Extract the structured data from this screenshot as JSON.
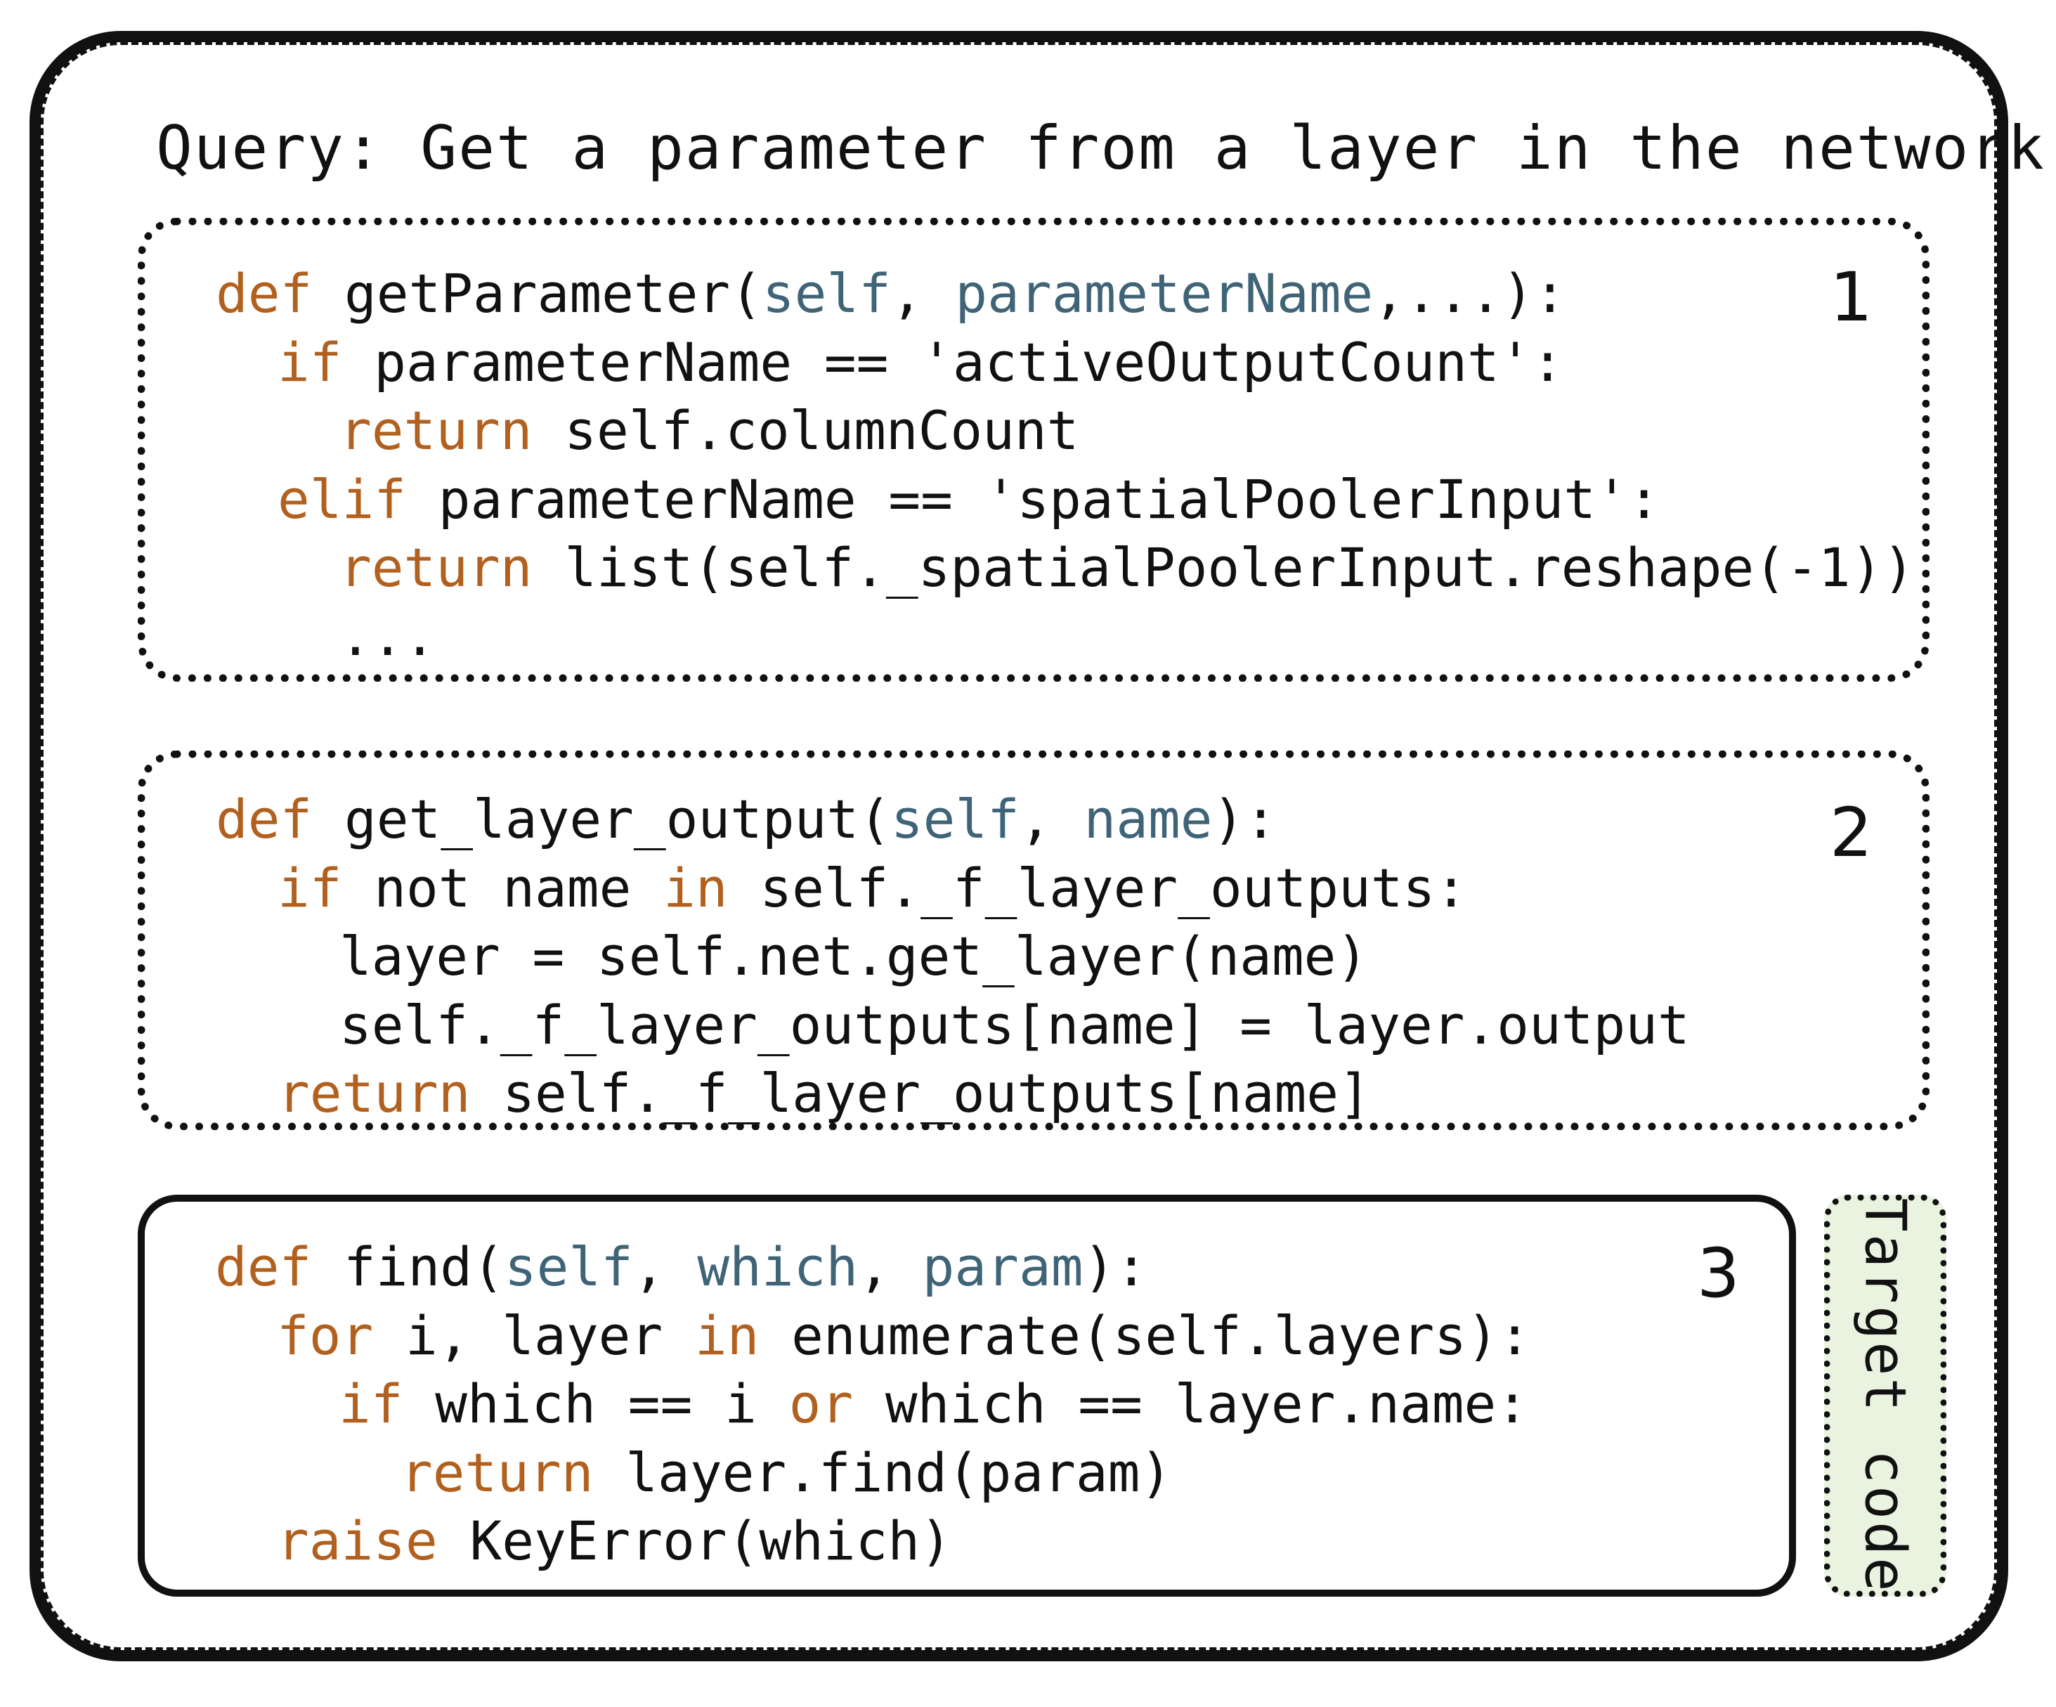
{
  "query": "Query: Get a parameter from a layer in the network.",
  "candidates": [
    {
      "number": "1",
      "lines": [
        {
          "indent": 0,
          "tokens": [
            {
              "t": "def",
              "c": "kw"
            },
            {
              "t": " getParameter("
            },
            {
              "t": "self",
              "c": "arg"
            },
            {
              "t": ", "
            },
            {
              "t": "parameterName",
              "c": "arg"
            },
            {
              "t": ",...):"
            }
          ]
        },
        {
          "indent": 1,
          "tokens": [
            {
              "t": "if",
              "c": "kw"
            },
            {
              "t": " parameterName == 'activeOutputCount':"
            }
          ]
        },
        {
          "indent": 2,
          "tokens": [
            {
              "t": "return",
              "c": "kw"
            },
            {
              "t": " self.columnCount"
            }
          ]
        },
        {
          "indent": 1,
          "tokens": [
            {
              "t": "elif",
              "c": "kw"
            },
            {
              "t": " parameterName == 'spatialPoolerInput':"
            }
          ]
        },
        {
          "indent": 2,
          "tokens": [
            {
              "t": "return",
              "c": "kw"
            },
            {
              "t": " list(self._spatialPoolerInput.reshape(-1))"
            }
          ]
        },
        {
          "indent": 2,
          "tokens": [
            {
              "t": "..."
            }
          ]
        }
      ]
    },
    {
      "number": "2",
      "lines": [
        {
          "indent": 0,
          "tokens": [
            {
              "t": "def",
              "c": "kw"
            },
            {
              "t": " get_layer_output("
            },
            {
              "t": "self",
              "c": "arg"
            },
            {
              "t": ", "
            },
            {
              "t": "name",
              "c": "arg"
            },
            {
              "t": "):"
            }
          ]
        },
        {
          "indent": 1,
          "tokens": [
            {
              "t": "if",
              "c": "kw"
            },
            {
              "t": " not name "
            },
            {
              "t": "in",
              "c": "kw"
            },
            {
              "t": " self._f_layer_outputs:"
            }
          ]
        },
        {
          "indent": 2,
          "tokens": [
            {
              "t": "layer = self.net.get_layer(name)"
            }
          ]
        },
        {
          "indent": 2,
          "tokens": [
            {
              "t": "self._f_layer_outputs[name] = layer.output"
            }
          ]
        },
        {
          "indent": 1,
          "tokens": [
            {
              "t": "return",
              "c": "kw"
            },
            {
              "t": " self._f_layer_outputs[name]"
            }
          ]
        }
      ]
    },
    {
      "number": "3",
      "lines": [
        {
          "indent": 0,
          "tokens": [
            {
              "t": "def",
              "c": "kw"
            },
            {
              "t": " find("
            },
            {
              "t": "self",
              "c": "arg"
            },
            {
              "t": ", "
            },
            {
              "t": "which",
              "c": "arg"
            },
            {
              "t": ", "
            },
            {
              "t": "param",
              "c": "arg"
            },
            {
              "t": "):"
            }
          ]
        },
        {
          "indent": 1,
          "tokens": [
            {
              "t": "for",
              "c": "kw"
            },
            {
              "t": " i, layer "
            },
            {
              "t": "in",
              "c": "kw"
            },
            {
              "t": " enumerate(self.layers):"
            }
          ]
        },
        {
          "indent": 2,
          "tokens": [
            {
              "t": "if",
              "c": "kw"
            },
            {
              "t": " which == i "
            },
            {
              "t": "or",
              "c": "kw"
            },
            {
              "t": " which == layer.name:"
            }
          ]
        },
        {
          "indent": 3,
          "tokens": [
            {
              "t": "return",
              "c": "kw"
            },
            {
              "t": " layer.find(param)"
            }
          ]
        },
        {
          "indent": 1,
          "tokens": [
            {
              "t": "raise",
              "c": "kw"
            },
            {
              "t": " KeyError(which)"
            }
          ]
        }
      ]
    }
  ],
  "target_label": "Target code"
}
